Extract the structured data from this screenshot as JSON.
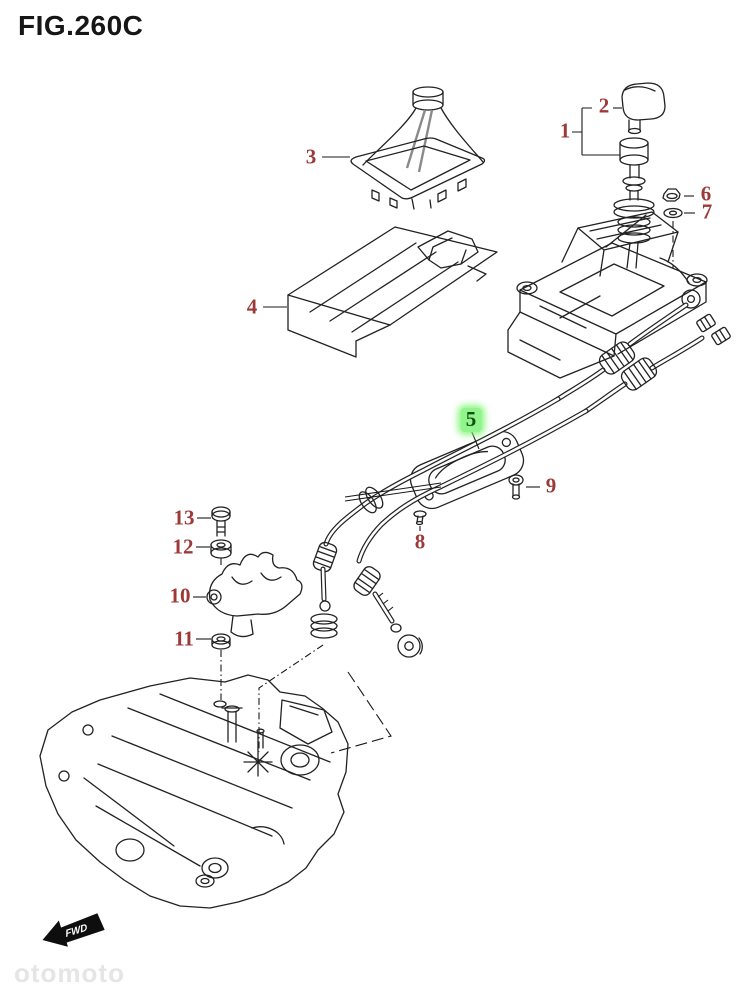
{
  "figure": {
    "title": "FIG.260C"
  },
  "callouts": [
    {
      "label": "1",
      "highlighted": false
    },
    {
      "label": "2",
      "highlighted": false
    },
    {
      "label": "3",
      "highlighted": false
    },
    {
      "label": "4",
      "highlighted": false
    },
    {
      "label": "5",
      "highlighted": true
    },
    {
      "label": "6",
      "highlighted": false
    },
    {
      "label": "7",
      "highlighted": false
    },
    {
      "label": "8",
      "highlighted": false
    },
    {
      "label": "9",
      "highlighted": false
    },
    {
      "label": "10",
      "highlighted": false
    },
    {
      "label": "11",
      "highlighted": false
    },
    {
      "label": "12",
      "highlighted": false
    },
    {
      "label": "13",
      "highlighted": false
    }
  ],
  "direction_marker": {
    "label": "FWD"
  },
  "watermark": {
    "text": "otomoto"
  },
  "colors": {
    "callout": "#9c3939",
    "highlight_bg": "#90f58c",
    "highlight_text": "#134f13",
    "line_art": "#222222",
    "background": "#ffffff"
  }
}
